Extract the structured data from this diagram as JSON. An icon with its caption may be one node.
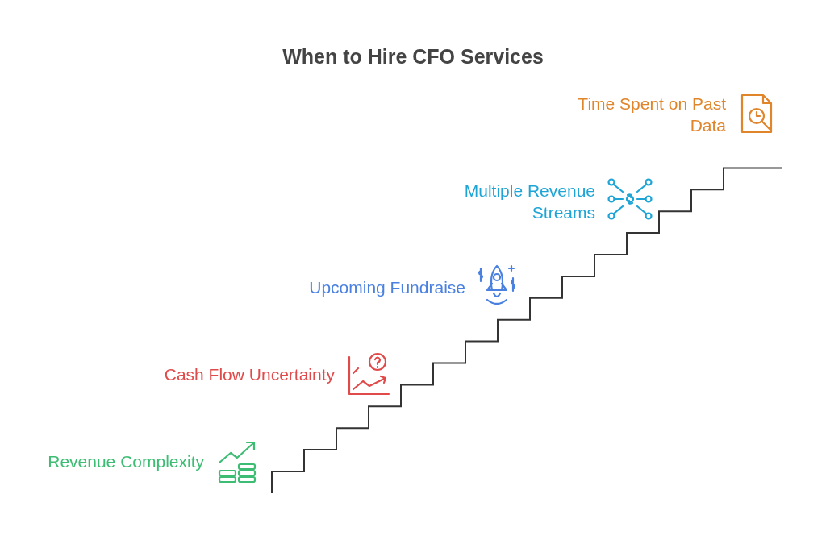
{
  "diagram": {
    "title": "When to Hire CFO Services",
    "labels": [
      "Time Spent on Past Data",
      "Multiple Revenue Streams",
      "Upcoming Fundraise",
      "Cash Flow Uncertainty",
      "Revenue Complexity"
    ]
  }
}
